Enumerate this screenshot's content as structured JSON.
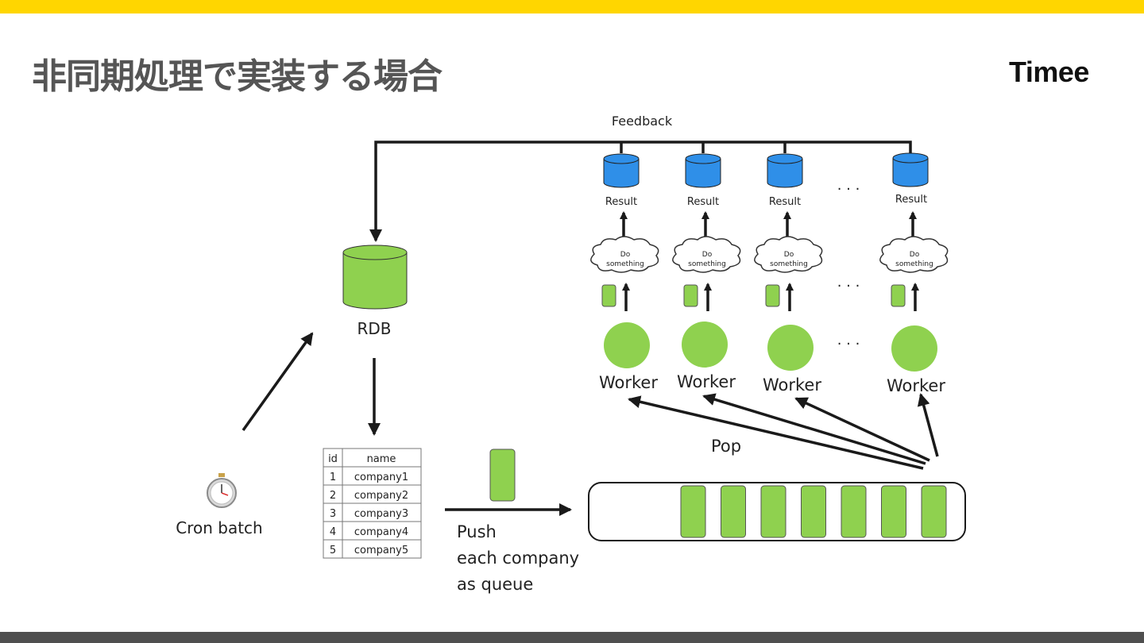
{
  "slide": {
    "title": "非同期処理で実装する場合",
    "logo": "Timee",
    "colors": {
      "top_bar": "#FFD600",
      "bottom_bar": "#4f4f4f",
      "db_green": "#8FD14F",
      "db_blue": "#2F8FE8",
      "line": "#1a1a1a"
    }
  },
  "diagram": {
    "feedback_label": "Feedback",
    "rdb_label": "RDB",
    "cron_label": "Cron batch",
    "cron_icon": "stopwatch-icon",
    "push_label_lines": [
      "Push",
      "each company",
      "as queue"
    ],
    "pop_label": "Pop",
    "table": {
      "headers": [
        "id",
        "name"
      ],
      "rows": [
        [
          "1",
          "company1"
        ],
        [
          "2",
          "company2"
        ],
        [
          "3",
          "company3"
        ],
        [
          "4",
          "company4"
        ],
        [
          "5",
          "company5"
        ]
      ]
    },
    "workers": [
      {
        "result": "Result",
        "task_lines": [
          "Do",
          "something"
        ],
        "label": "Worker"
      },
      {
        "result": "Result",
        "task_lines": [
          "Do",
          "something"
        ],
        "label": "Worker"
      },
      {
        "result": "Result",
        "task_lines": [
          "Do",
          "something"
        ],
        "label": "Worker"
      },
      {
        "result": "Result",
        "task_lines": [
          "Do",
          "something"
        ],
        "label": "Worker"
      }
    ],
    "ellipsis": "· · ·",
    "queue_item_count": 7
  }
}
